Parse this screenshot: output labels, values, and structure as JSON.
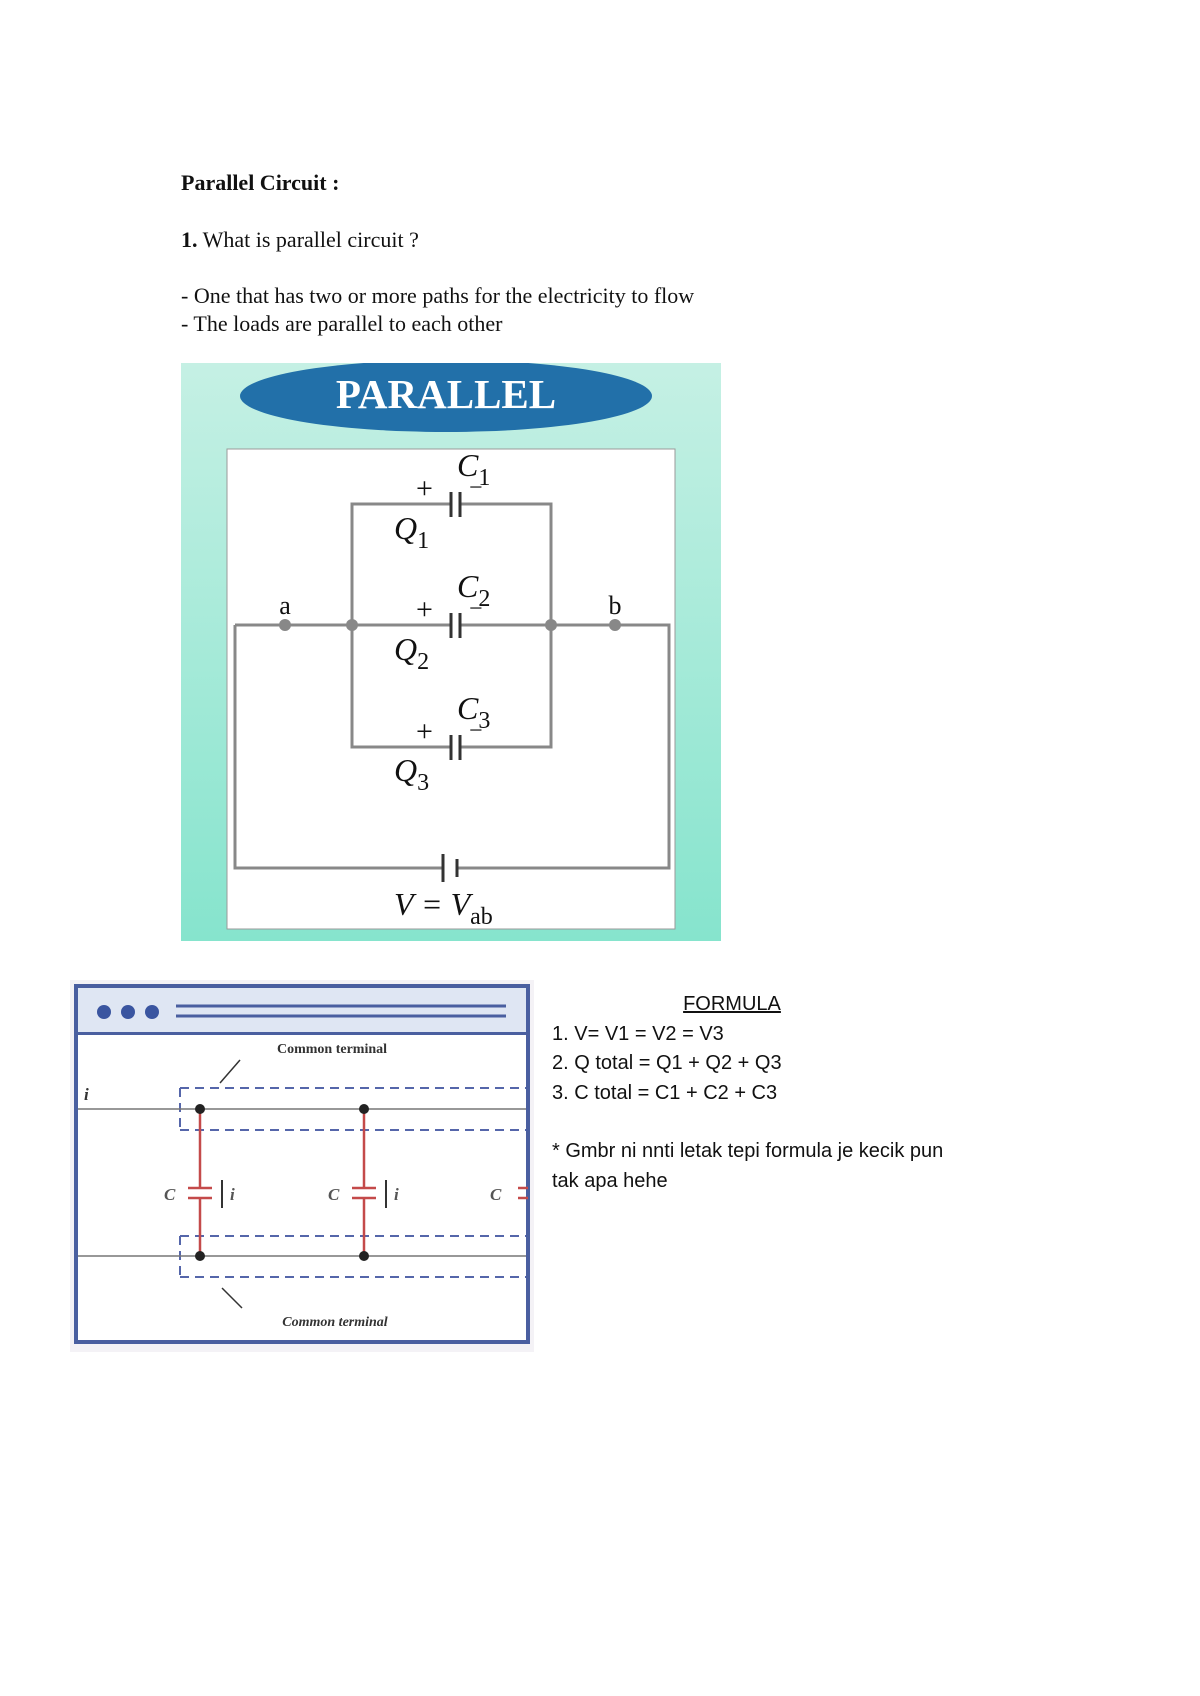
{
  "heading": "Parallel Circuit :",
  "question": {
    "number": "1.",
    "text": "What is parallel circuit ?"
  },
  "answers": [
    "- One that has two or more paths for the electricity to flow",
    "- The loads are parallel to each other"
  ],
  "figure_parallel": {
    "banner": "PARALLEL",
    "node_a": "a",
    "node_b": "b",
    "capacitors": [
      {
        "name": "C",
        "sub": "1",
        "charge": "Q",
        "charge_sub": "1"
      },
      {
        "name": "C",
        "sub": "2",
        "charge": "Q",
        "charge_sub": "2"
      },
      {
        "name": "C",
        "sub": "3",
        "charge": "Q",
        "charge_sub": "3"
      }
    ],
    "plus": "+",
    "minus": "−",
    "source_label": "V = V",
    "source_sub": "ab",
    "colors": {
      "background_top": "#c5f0e4",
      "background_bottom": "#86e4cd",
      "banner": "#2270a9",
      "wire": "#888888"
    }
  },
  "figure_terminal": {
    "top_label": "Common terminal",
    "bottom_label": "Common terminal",
    "current_label": "i",
    "cap_labels": [
      "C",
      "C",
      "C"
    ],
    "branch_current": [
      "i",
      "i"
    ],
    "colors": {
      "frame": "#4a5fa0",
      "capacitor": "#c44a4a",
      "dashes": "#5566aa"
    }
  },
  "formula": {
    "title": "FORMULA",
    "lines": [
      "1. V= V1 = V2 = V3",
      "2. Q total = Q1 + Q2 + Q3",
      "3. C total = C1 + C2 + C3"
    ],
    "note_line1": "* Gmbr ni nnti letak tepi formula je kecik pun",
    "note_line2": "tak apa hehe"
  }
}
